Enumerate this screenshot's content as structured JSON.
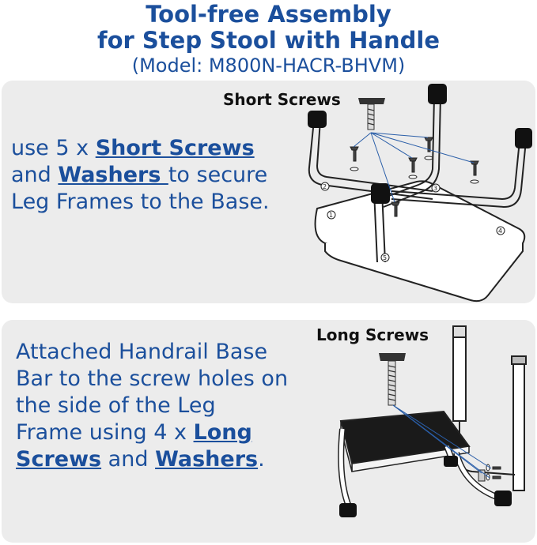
{
  "header": {
    "title_line1": "Tool-free Assembly",
    "title_line2": "for Step Stool with Handle",
    "model": "(Model: M800N-HACR-BHVM)"
  },
  "section1": {
    "caption": "Short Screws",
    "text_1": "use 5 x ",
    "link_1": "Short Screws",
    "text_2": "and ",
    "link_2": "Washers ",
    "text_3": "to secure Leg Frames to the Base.",
    "hole_numbers": [
      "1",
      "2",
      "3",
      "4",
      "5"
    ]
  },
  "section2": {
    "caption": "Long Screws",
    "text_1": "Attached Handrail Base Bar to the screw holes on the side of the Leg Frame using 4 x ",
    "link_1": "Long Screws",
    "text_2": " and ",
    "link_2": "Washers",
    "text_3": "."
  },
  "colors": {
    "accent": "#1b4f9c",
    "panel": "#ececec",
    "pointer_line": "#2a5ea8"
  }
}
